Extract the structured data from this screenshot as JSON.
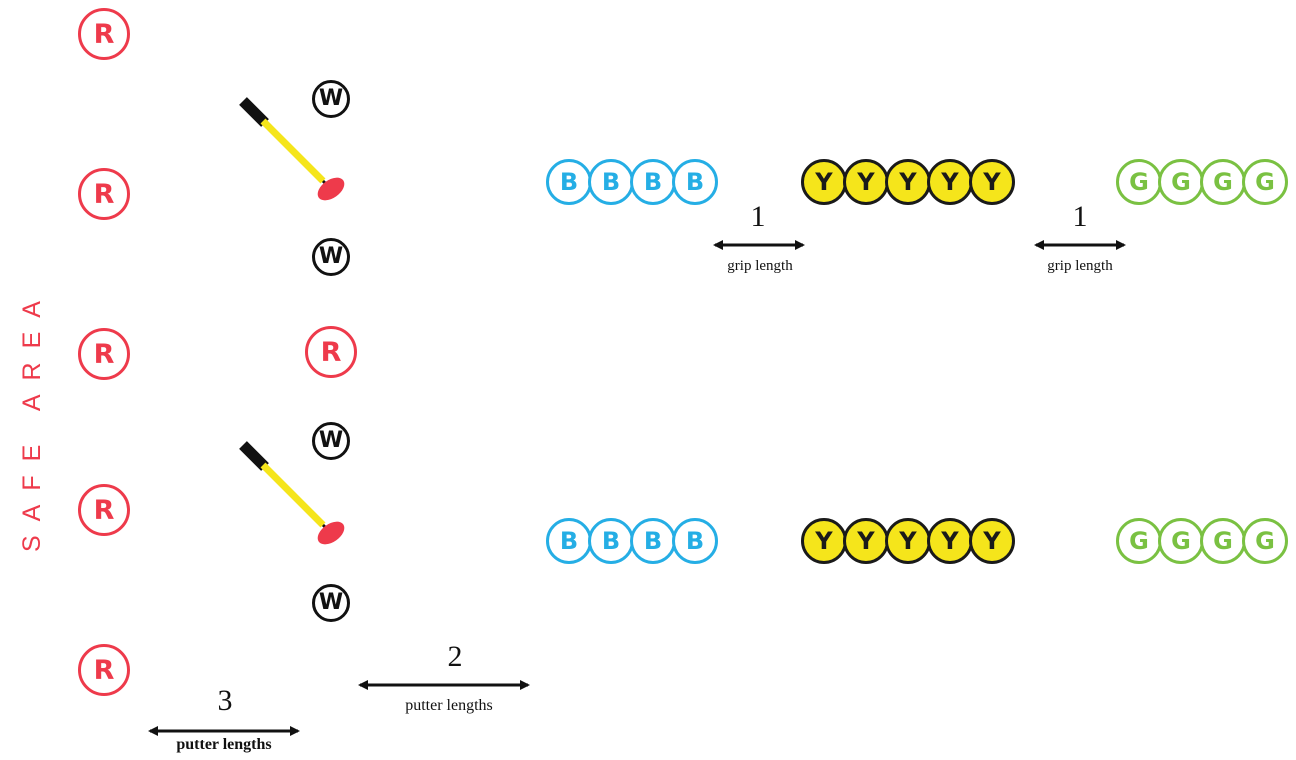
{
  "side_label": "SAFE AREA",
  "colors": {
    "red": "#ee3a4b",
    "blue": "#25aee5",
    "yellow": "#f5e51b",
    "green": "#7ac142",
    "black": "#111111"
  },
  "balls": {
    "red": "R",
    "white": "W",
    "blue": "B",
    "yellow": "Y",
    "green": "G"
  },
  "measures": {
    "three": {
      "value": "3",
      "caption": "putter lengths"
    },
    "two": {
      "value": "2",
      "caption": "putter lengths"
    },
    "grip_left": {
      "value": "1",
      "caption": "grip length"
    },
    "grip_right": {
      "value": "1",
      "caption": "grip length"
    }
  },
  "icons": [
    "putter-icon",
    "double-arrow-icon"
  ]
}
